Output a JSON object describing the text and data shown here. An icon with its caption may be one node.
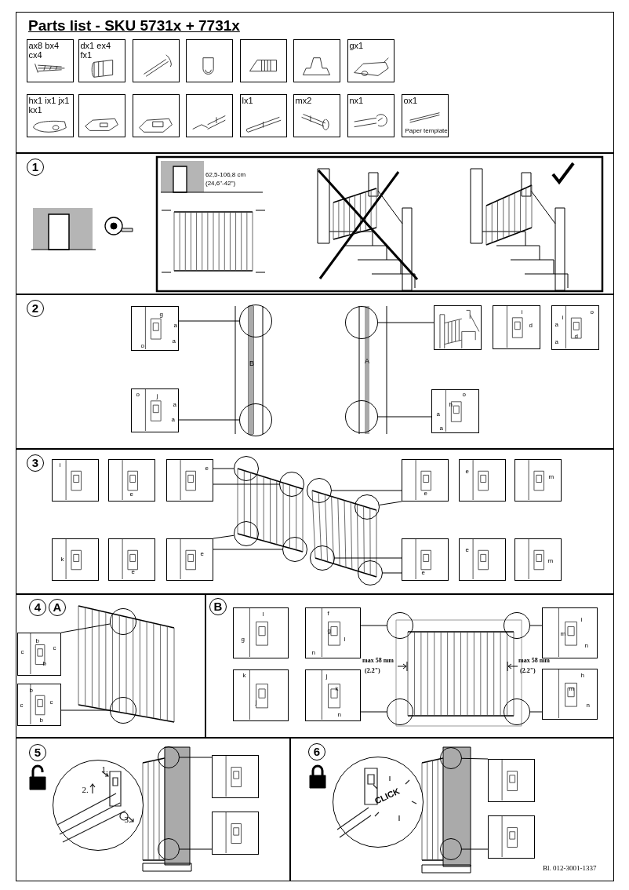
{
  "diagram": {
    "nodes": [
      {
        "text": [
          "Parts list - SKU 5731x + 7731x"
        ]
      },
      {
        "text": [
          "ax8 bx4 cx4"
        ],
        "in": 0
      },
      {
        "text": [
          "dx1 ex4 fx1"
        ],
        "in": 0
      },
      {
        "text": [],
        "shape": "picture",
        "in": 0
      },
      {
        "text": [],
        "shape": "picture",
        "in": 0
      },
      {
        "text": [],
        "shape": "picture",
        "in": 0
      },
      {
        "text": [],
        "shape": "picture",
        "in": 0
      },
      {
        "text": [
          "gx1"
        ],
        "in": 0
      },
      {
        "text": [
          "hx1 ix1 jx1 kx1"
        ],
        "in": 0
      },
      {
        "text": [],
        "shape": "picture",
        "in": 0
      },
      {
        "text": [],
        "shape": "picture",
        "in": 0
      },
      {
        "text": [],
        "shape": "picture",
        "in": 0
      },
      {
        "text": [
          "lx1"
        ],
        "in": 0
      },
      {
        "text": [
          "mx2"
        ],
        "in": 0
      },
      {
        "text": [
          "nx1"
        ],
        "in": 0
      },
      {
        "text": [
          "ox1",
          "Paper template"
        ],
        "in": 0
      },
      {
        "text": [
          "1"
        ]
      },
      {
        "text": [
          "2"
        ]
      },
      {
        "text": [
          "g",
          "a",
          "a",
          "o"
        ],
        "in": 17
      },
      {
        "text": [],
        "shape": "circle",
        "in": 17
      },
      {
        "text": [],
        "shape": "circle",
        "in": 17
      },
      {
        "text": [],
        "shape": "picture",
        "in": 17
      },
      {
        "text": [
          "i",
          "d"
        ],
        "in": 17
      },
      {
        "text": [
          "o",
          "i",
          "a",
          "d",
          "a"
        ],
        "in": 17
      },
      {
        "text": [
          "o",
          "j",
          "a",
          "a"
        ],
        "in": 17
      },
      {
        "text": [],
        "shape": "circle",
        "in": 17
      },
      {
        "text": [],
        "shape": "circle",
        "in": 17
      },
      {
        "text": [
          "o",
          "h",
          "a",
          "a"
        ],
        "in": 17
      },
      {
        "text": [
          "3"
        ]
      },
      {
        "text": [
          "i"
        ],
        "in": 28
      },
      {
        "text": [
          "e"
        ],
        "in": 28
      },
      {
        "text": [
          "e"
        ],
        "in": 28
      },
      {
        "text": [],
        "shape": "circle",
        "in": 28
      },
      {
        "text": [],
        "shape": "circle",
        "in": 28
      },
      {
        "text": [],
        "shape": "circle",
        "in": 28
      },
      {
        "text": [],
        "shape": "circle",
        "in": 28
      },
      {
        "text": [
          "e"
        ],
        "in": 28
      },
      {
        "text": [
          "e"
        ],
        "in": 28
      },
      {
        "text": [
          "m"
        ],
        "in": 28
      },
      {
        "text": [
          "k"
        ],
        "in": 28
      },
      {
        "text": [
          "e"
        ],
        "in": 28
      },
      {
        "text": [
          "e"
        ],
        "in": 28
      },
      {
        "text": [],
        "shape": "circle",
        "in": 28
      },
      {
        "text": [],
        "shape": "circle",
        "in": 28
      },
      {
        "text": [],
        "shape": "circle",
        "in": 28
      },
      {
        "text": [],
        "shape": "circle",
        "in": 28
      },
      {
        "text": [
          "e"
        ],
        "in": 28
      },
      {
        "text": [
          "e"
        ],
        "in": 28
      },
      {
        "text": [
          "m"
        ],
        "in": 28
      },
      {
        "text": [
          "4",
          "A"
        ]
      },
      {
        "text": [
          "b",
          "c",
          "c",
          "b"
        ],
        "in": 49
      },
      {
        "text": [],
        "shape": "circle",
        "in": 49
      },
      {
        "text": [
          "b",
          "c",
          "c",
          "b"
        ],
        "in": 49
      },
      {
        "text": [],
        "shape": "circle",
        "in": 49
      },
      {
        "text": [
          "B"
        ]
      },
      {
        "text": [
          "l",
          "g"
        ],
        "in": 54
      },
      {
        "text": [
          "f",
          "g",
          "l",
          "n"
        ],
        "in": 54
      },
      {
        "text": [],
        "shape": "circle",
        "in": 54
      },
      {
        "text": [],
        "shape": "circle",
        "in": 54
      },
      {
        "text": [
          "i",
          "m",
          "n"
        ],
        "in": 54
      },
      {
        "text": [
          "k",
          "j"
        ],
        "in": 54
      },
      {
        "text": [
          "j",
          "k",
          "n"
        ],
        "in": 54
      },
      {
        "text": [],
        "shape": "circle",
        "in": 54
      },
      {
        "text": [],
        "shape": "circle",
        "in": 54
      },
      {
        "text": [
          "h",
          "m",
          "n"
        ],
        "in": 54
      },
      {
        "text": [
          "5"
        ]
      },
      {
        "text": [
          "1.",
          "2.",
          "3."
        ],
        "in": 65
      },
      {
        "text": [],
        "shape": "circle",
        "in": 65
      },
      {
        "text": [],
        "shape": "picture",
        "in": 65
      },
      {
        "text": [],
        "shape": "circle",
        "in": 65
      },
      {
        "text": [],
        "shape": "picture",
        "in": 65
      },
      {
        "text": [
          "6"
        ]
      },
      {
        "text": [
          "CLICK"
        ],
        "in": 71
      },
      {
        "text": [],
        "shape": "circle",
        "in": 71
      },
      {
        "text": [],
        "shape": "picture",
        "in": 71
      },
      {
        "text": [],
        "shape": "circle",
        "in": 71
      },
      {
        "text": [],
        "shape": "picture",
        "in": 71
      }
    ],
    "edges": [
      {
        "from": 19,
        "to": 18,
        "arrow": "none"
      },
      {
        "from": 20,
        "to": 21,
        "arrow": "none"
      },
      {
        "from": 25,
        "to": 24,
        "arrow": "none"
      },
      {
        "from": 26,
        "to": 27,
        "arrow": "none"
      },
      {
        "from": 32,
        "to": 31,
        "arrow": "none"
      },
      {
        "from": 33,
        "to": 31,
        "arrow": "none"
      },
      {
        "from": 34,
        "to": 36,
        "arrow": "none"
      },
      {
        "from": 35,
        "to": 36,
        "arrow": "none"
      },
      {
        "from": 42,
        "to": 41,
        "arrow": "none"
      },
      {
        "from": 43,
        "to": 41,
        "arrow": "none"
      },
      {
        "from": 44,
        "to": 46,
        "arrow": "none"
      },
      {
        "from": 45,
        "to": 46,
        "arrow": "none"
      },
      {
        "from": 51,
        "to": 50,
        "arrow": "none"
      },
      {
        "from": 53,
        "to": 52,
        "arrow": "none"
      },
      {
        "from": 57,
        "to": 56,
        "arrow": "none"
      },
      {
        "from": 58,
        "to": 59,
        "arrow": "none"
      },
      {
        "from": 62,
        "to": 61,
        "arrow": "none"
      },
      {
        "from": 63,
        "to": 64,
        "arrow": "none"
      },
      {
        "from": 67,
        "to": 68,
        "arrow": "none"
      },
      {
        "from": 69,
        "to": 70,
        "arrow": "none"
      },
      {
        "from": 73,
        "to": 74,
        "arrow": "none"
      },
      {
        "from": 75,
        "to": 76,
        "arrow": "none"
      }
    ],
    "labels": [
      "62,5-106,8 cm",
      "(24,6\"-42\")",
      "B",
      "A",
      "max 58 mm",
      "(2.2\")",
      "max 58 mm",
      "(2.2\")",
      "Bl. 012-3001-1337"
    ]
  }
}
